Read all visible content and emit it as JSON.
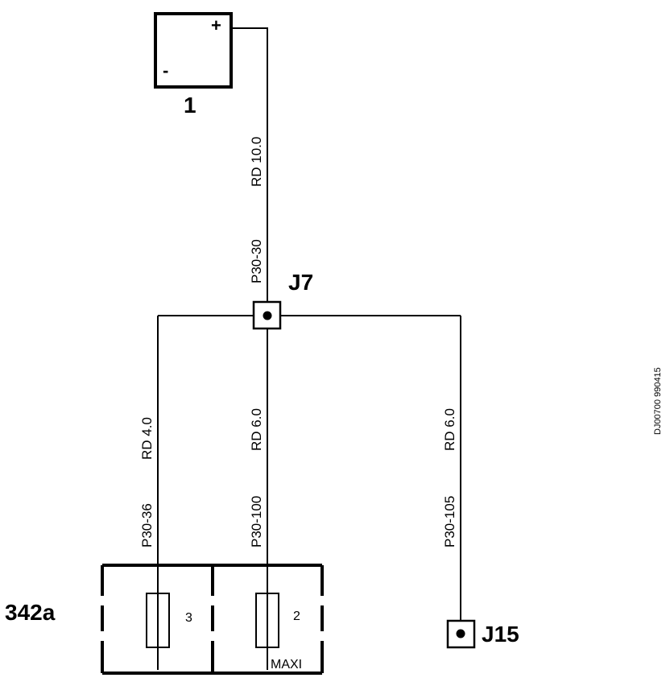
{
  "components": {
    "battery": {
      "id": "1",
      "plus": "+",
      "minus": "-"
    },
    "fuse_box": {
      "id": "342a",
      "fuse_left": "3",
      "fuse_right": "2",
      "type": "MAXI"
    }
  },
  "junctions": {
    "j7": "J7",
    "j15": "J15"
  },
  "wires": {
    "main": {
      "code": "P30-30",
      "spec": "RD 10.0"
    },
    "left": {
      "code": "P30-36",
      "spec": "RD 4.0"
    },
    "middle": {
      "code": "P30-100",
      "spec": "RD 6.0"
    },
    "right": {
      "code": "P30-105",
      "spec": "RD 6.0"
    }
  },
  "reference": "DJ00700 990415"
}
